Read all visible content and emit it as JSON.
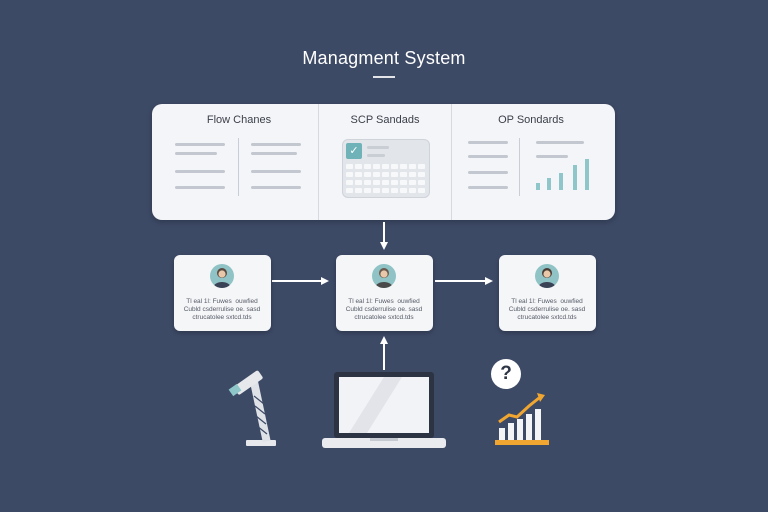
{
  "title": "Managment System",
  "panels": [
    {
      "label": "Flow Chanes"
    },
    {
      "label": "SCP Sandads"
    },
    {
      "label": "OP Sondards"
    }
  ],
  "nodes": [
    {
      "text": "Tl eal 1l: Fuwes  ouwfied\nCubld csderrulise oe. sasd\nctrucatolee sxtcd.tds"
    },
    {
      "text": "Tl eal 1l: Fuwes  ouwfied\nCubld csderrulise oe. sasd\nctrucatolee sxtcd.tds"
    },
    {
      "text": "Tl eal 1l: Fuwes  ouwfied\nCubld csderrulise oe. sasd\nctrucatolee sxtcd.tds"
    }
  ],
  "help_symbol": "?",
  "check_symbol": "✓",
  "colors": {
    "background": "#3d4a66",
    "panel": "#f4f5f8",
    "accent_teal": "#8fc6c9",
    "accent_orange": "#f0a630"
  },
  "icons": [
    "user-avatar-icon",
    "microscope-icon",
    "laptop-icon",
    "question-mark-icon",
    "growth-chart-icon"
  ]
}
